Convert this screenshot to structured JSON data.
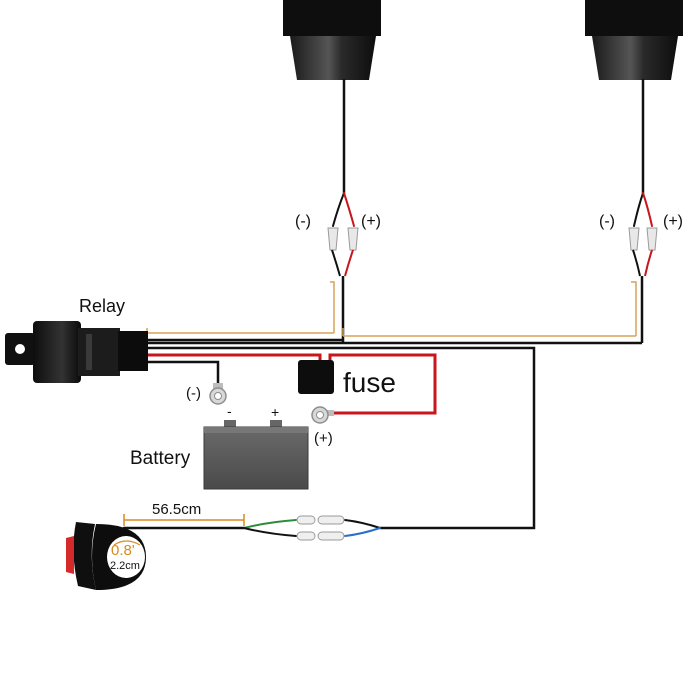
{
  "labels": {
    "relay": "Relay",
    "battery": "Battery",
    "fuse": "fuse",
    "left_lamp_neg": "(-)",
    "left_lamp_pos": "(+)",
    "right_lamp_neg": "(-)",
    "right_lamp_pos": "(+)",
    "ground_ring": "(-)",
    "fuse_ring": "(+)",
    "battery_neg": "-",
    "battery_pos": "+",
    "cable_length": "56.5cm",
    "switch_size_inch": "0.8'",
    "switch_size_cm": "2.2cm"
  },
  "colors": {
    "wire_black": "#111111",
    "wire_red": "#c8161d",
    "wire_tan": "#d7a25a",
    "wire_green": "#2e8b3d",
    "wire_blue": "#2a6fc9",
    "battery_body": "#5b5b5b",
    "switch_rocker": "#d42a2a",
    "dimension_orange": "#d98b1f"
  }
}
